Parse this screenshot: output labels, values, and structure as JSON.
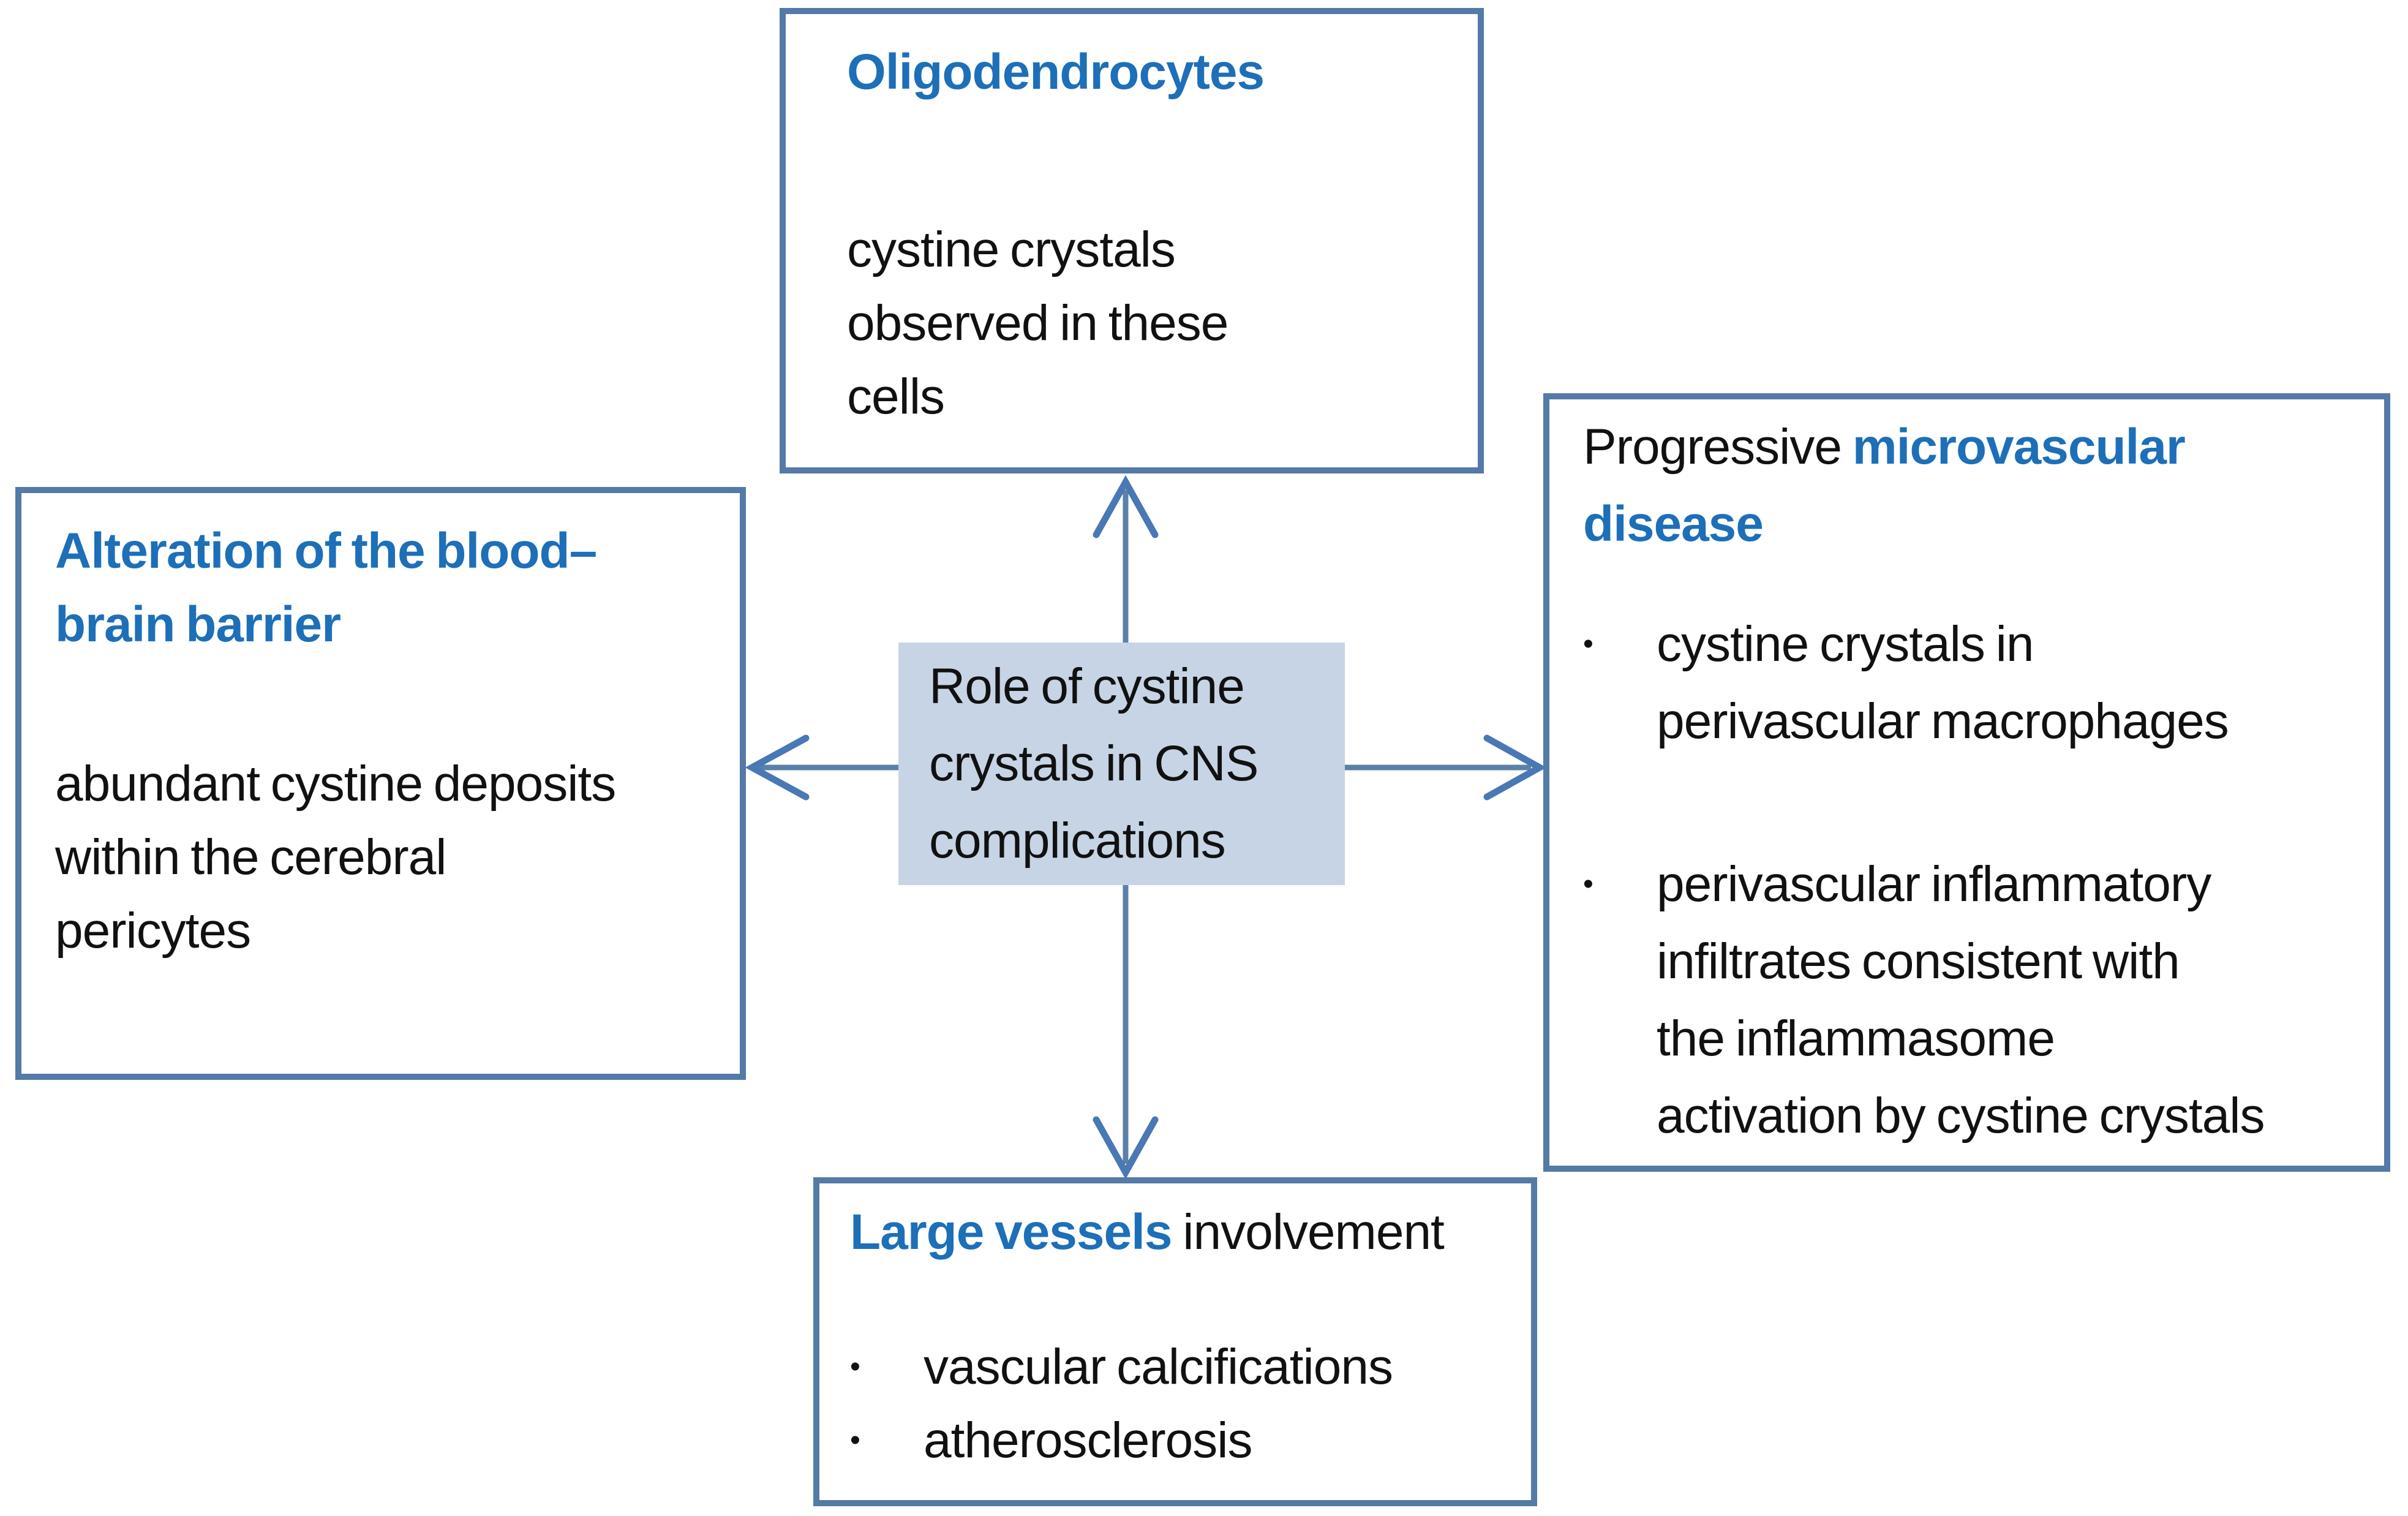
{
  "diagram": {
    "title_center": {
      "lines": [
        "Role of cystine",
        "crystals in CNS",
        "complications"
      ]
    },
    "top_box": {
      "heading": "Oligodendrocytes",
      "body_lines": [
        "cystine crystals",
        "observed in these",
        "cells"
      ]
    },
    "left_box": {
      "heading_lines": [
        "Alteration of the blood–",
        "brain barrier"
      ],
      "body_lines": [
        "abundant cystine deposits",
        "within the cerebral",
        "pericytes"
      ]
    },
    "right_box": {
      "heading_black": "Progressive ",
      "heading_blue": "microvascular disease",
      "bullets": [
        {
          "lines": [
            "cystine crystals in",
            "perivascular macrophages"
          ]
        },
        {
          "lines": [
            "perivascular inflammatory",
            "infiltrates consistent with",
            "the inflammasome",
            "activation by cystine crystals"
          ]
        }
      ]
    },
    "bottom_box": {
      "heading_blue": "Large vessels",
      "heading_black": " involvement",
      "bullets": [
        {
          "lines": [
            "vascular calcifications"
          ]
        },
        {
          "lines": [
            "atherosclerosis"
          ]
        }
      ]
    },
    "bullet_glyph": "•",
    "colors": {
      "box_border": "#547aa6",
      "heading_blue": "#1d6fb8",
      "body_text": "#111111",
      "center_fill": "#c7d4e6",
      "arrow_line": "#5b81a9",
      "arrow_head": "#4a78b4",
      "background": "#ffffff"
    }
  }
}
